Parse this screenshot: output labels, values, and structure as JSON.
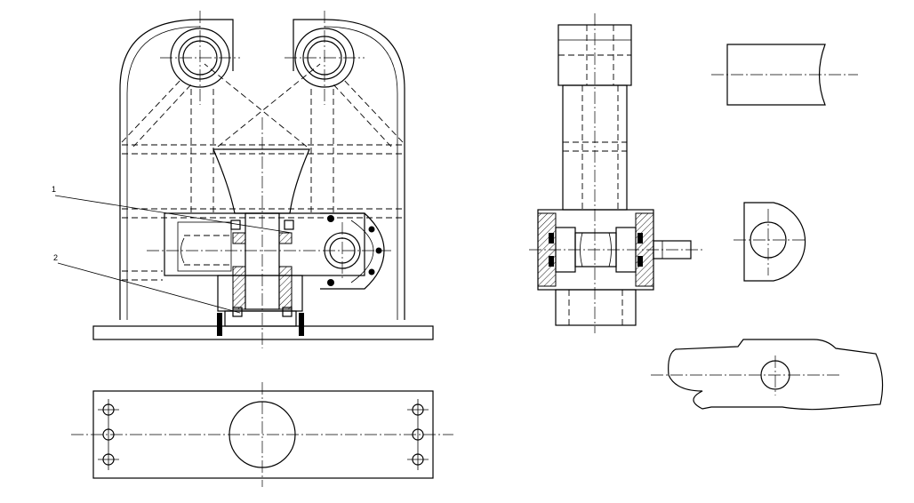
{
  "drawing": {
    "line_color": "#000000",
    "background": "#ffffff",
    "callouts": [
      {
        "id": "callout-1",
        "label": "1"
      },
      {
        "id": "callout-2",
        "label": "2"
      }
    ]
  }
}
